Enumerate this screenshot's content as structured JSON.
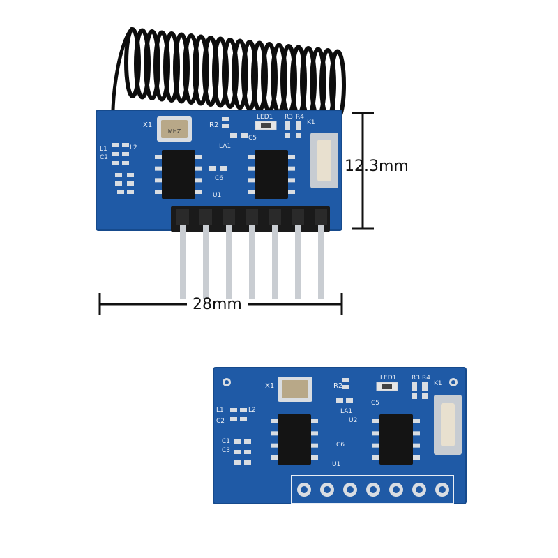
{
  "dimensions": {
    "height_label": "12.3mm",
    "width_label": "28mm"
  },
  "silkscreen": {
    "crystal": "X1",
    "led": "LED1",
    "r2": "R2",
    "r3": "R3",
    "r4": "R4",
    "k1": "K1",
    "c5": "C5",
    "c6": "C6",
    "la1": "LA1",
    "l1": "L1",
    "l2": "L2",
    "c2": "C2",
    "c1": "C1",
    "c3": "C3",
    "u1": "U1",
    "u2": "U2",
    "crystal_marking": "MHZ"
  },
  "colors": {
    "pcb": "#1f5aa6",
    "pcb_dark": "#164a8c",
    "chip": "#141414",
    "pad": "#d9dde2",
    "antenna": "#0d0d0d",
    "pin": "#c9cdd2",
    "header": "#1a1a1a",
    "button": "#e8e0cf",
    "button_body": "#c7ccd2"
  }
}
